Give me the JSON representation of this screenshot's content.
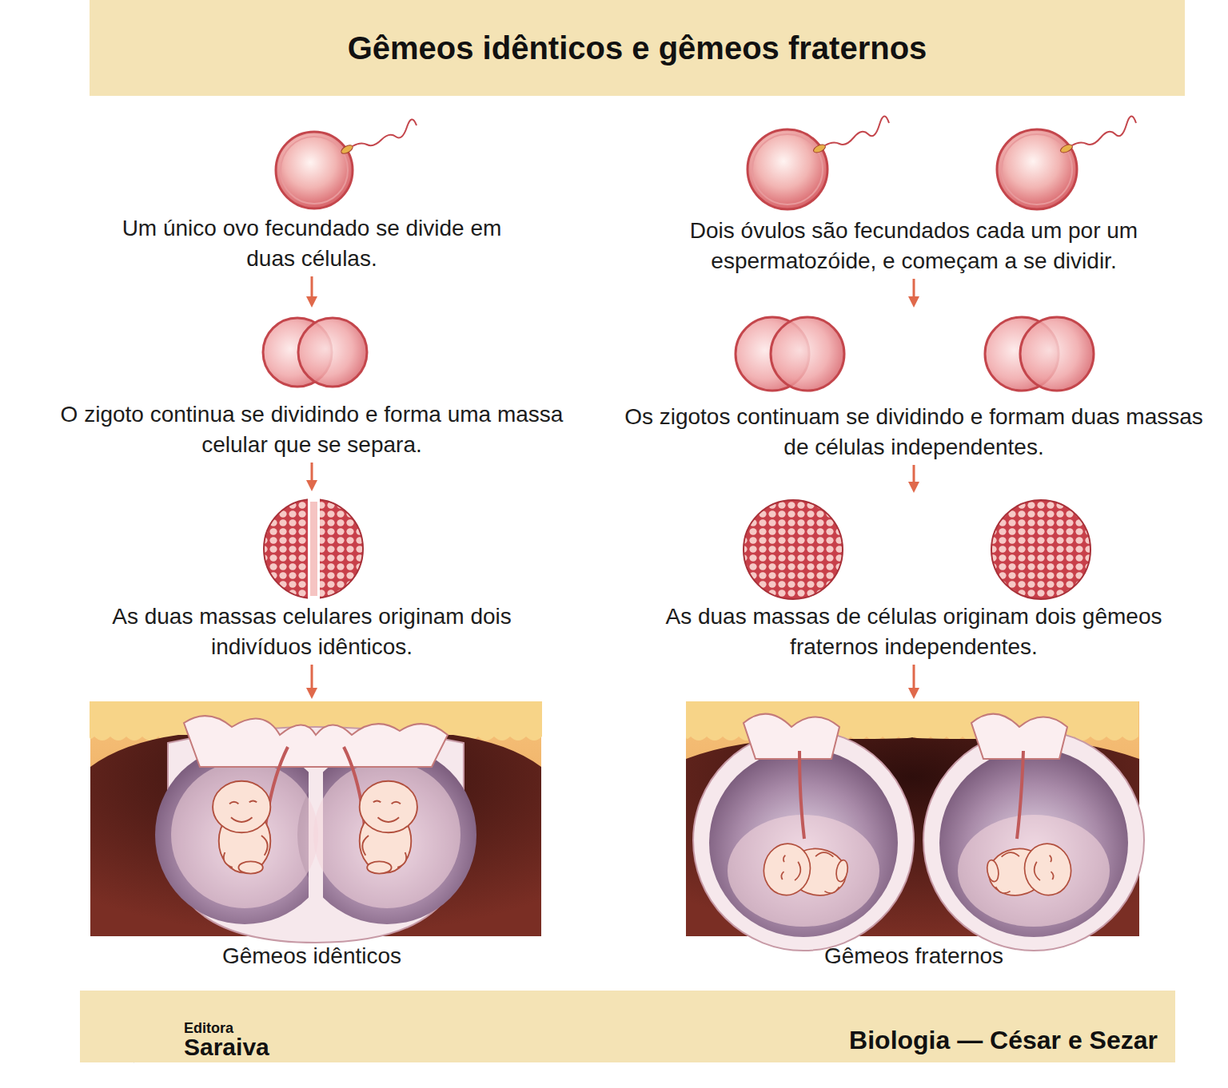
{
  "diagram": {
    "title": "Gêmeos idênticos e gêmeos fraternos",
    "nodes": [
      {
        "text": [
          "Um único ovo fecundado se divide em duas células."
        ]
      },
      {
        "text": [
          "O zigoto continua se dividindo e forma uma massa celular que se separa."
        ]
      },
      {
        "text": [
          "As duas massas celulares originam dois indivíduos idênticos."
        ]
      },
      {
        "text": [
          "Gêmeos idênticos"
        ]
      },
      {
        "text": [
          "Dois óvulos são fecundados cada um por um espermatozóide, e começam a se dividir."
        ]
      },
      {
        "text": [
          "Os zigotos continuam se dividindo e formam duas massas de células independentes."
        ]
      },
      {
        "text": [
          "As duas massas de células originam dois gêmeos fraternos independentes."
        ]
      },
      {
        "text": [
          "Gêmeos fraternos"
        ]
      },
      {
        "text": [
          "Editora",
          "Saraiva",
          "Biologia — César e Sezar"
        ]
      }
    ],
    "edges": [
      {
        "from": 0,
        "to": 1,
        "arrow": "to"
      },
      {
        "from": 1,
        "to": 2,
        "arrow": "to"
      },
      {
        "from": 2,
        "to": 3,
        "arrow": "to"
      },
      {
        "from": 4,
        "to": 5,
        "arrow": "to"
      },
      {
        "from": 5,
        "to": 6,
        "arrow": "to"
      },
      {
        "from": 6,
        "to": 7,
        "arrow": "to"
      }
    ]
  }
}
